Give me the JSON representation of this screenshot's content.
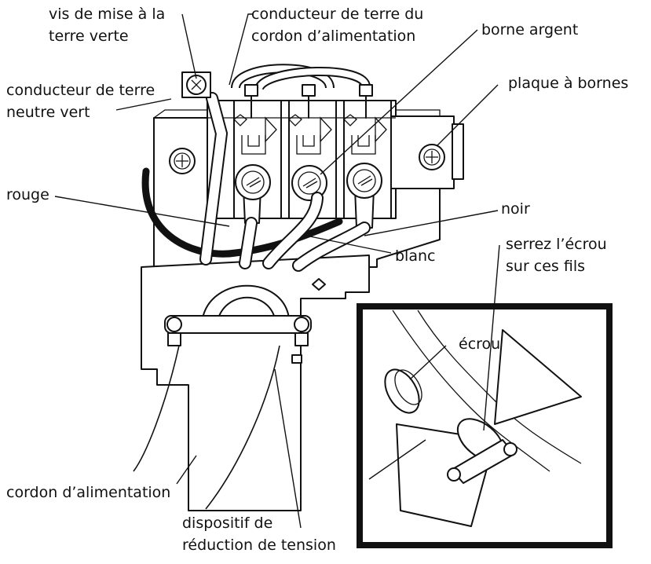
{
  "labels": {
    "green_ground_screw": [
      "vis de mise à la",
      "terre verte"
    ],
    "cord_ground_conductor": [
      "conducteur de terre du",
      "cordon d’alimentation"
    ],
    "silver_terminal": "borne argent",
    "terminal_block": "plaque à bornes",
    "green_neutral_ground": [
      "conducteur de terre",
      "neutre vert"
    ],
    "red": "rouge",
    "black": "noir",
    "white": "blanc",
    "tighten_nut": [
      "serrez l’écrou",
      "sur ces fils"
    ],
    "nut": "écrou",
    "power_cord": "cordon d’alimentation",
    "strain_relief": [
      "dispositif de",
      "réduction de tension"
    ]
  }
}
